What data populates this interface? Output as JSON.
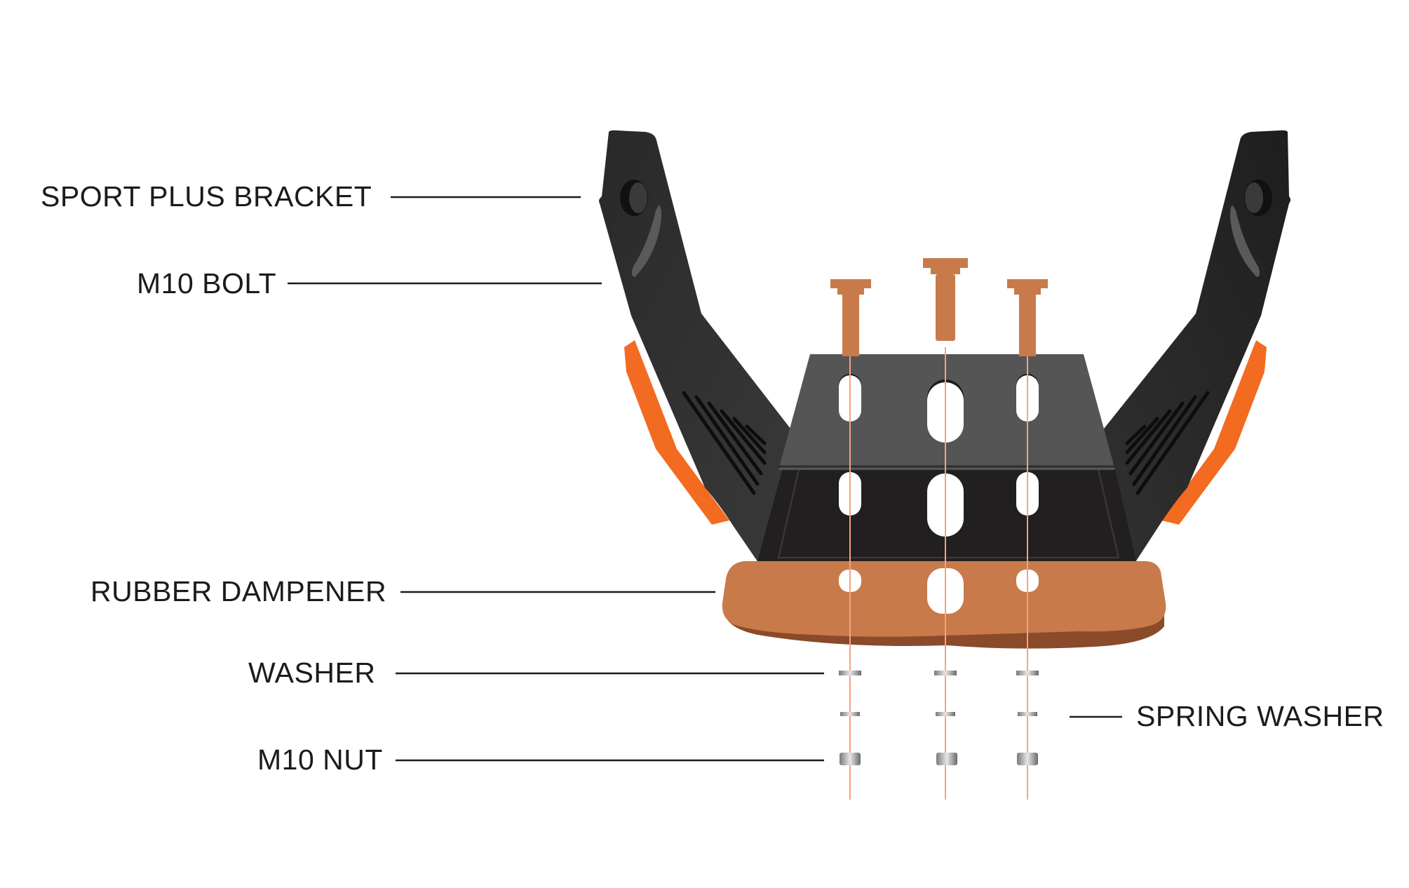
{
  "labels": {
    "sport_plus_bracket": "SPORT PLUS BRACKET",
    "m10_bolt": "M10 BOLT",
    "rubber_dampener": "RUBBER DAMPENER",
    "washer": "WASHER",
    "m10_nut": "M10 NUT",
    "spring_washer": "SPRING WASHER"
  },
  "colors": {
    "bracket_dark": "#2b2a2b",
    "bracket_plate": "#555556",
    "accent_orange": "#f36a21",
    "copper": "#c87a4a",
    "copper_shadow": "#8b4a2a",
    "leader_line": "#1b1b1b"
  }
}
